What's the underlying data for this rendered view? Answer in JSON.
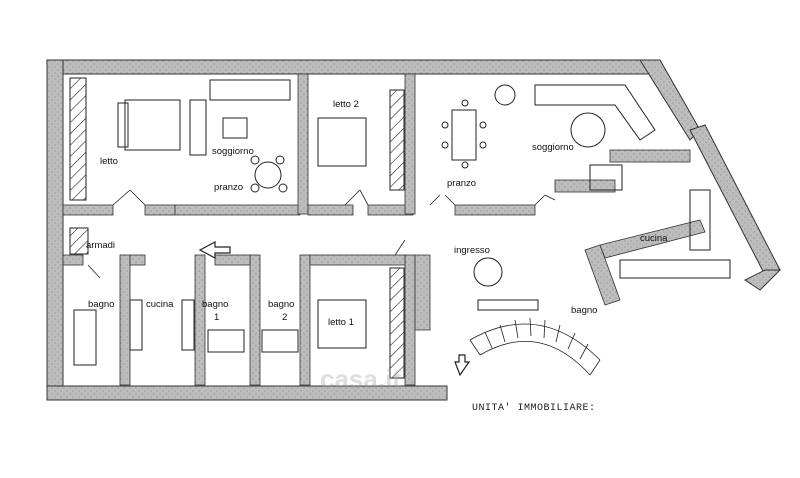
{
  "plan": {
    "title": "UNITA' IMMOBILIARE:",
    "watermark": "casa.it",
    "rooms": {
      "letto": "letto",
      "soggiorno_left": "soggiorno",
      "pranzo_left": "pranzo",
      "letto2": "letto 2",
      "pranzo_right": "pranzo",
      "soggiorno_right": "soggiorno",
      "armadi": "armadi",
      "bagno_left": "bagno",
      "cucina_left": "cucina",
      "bagno1_a": "bagno",
      "bagno1_b": "1",
      "bagno2_a": "bagno",
      "bagno2_b": "2",
      "letto1": "letto 1",
      "ingresso": "ingresso",
      "cucina_right": "cucina",
      "bagno_right": "bagno"
    }
  },
  "colors": {
    "wall": "#9a9a9a",
    "line": "#222222",
    "background": "#ffffff"
  }
}
